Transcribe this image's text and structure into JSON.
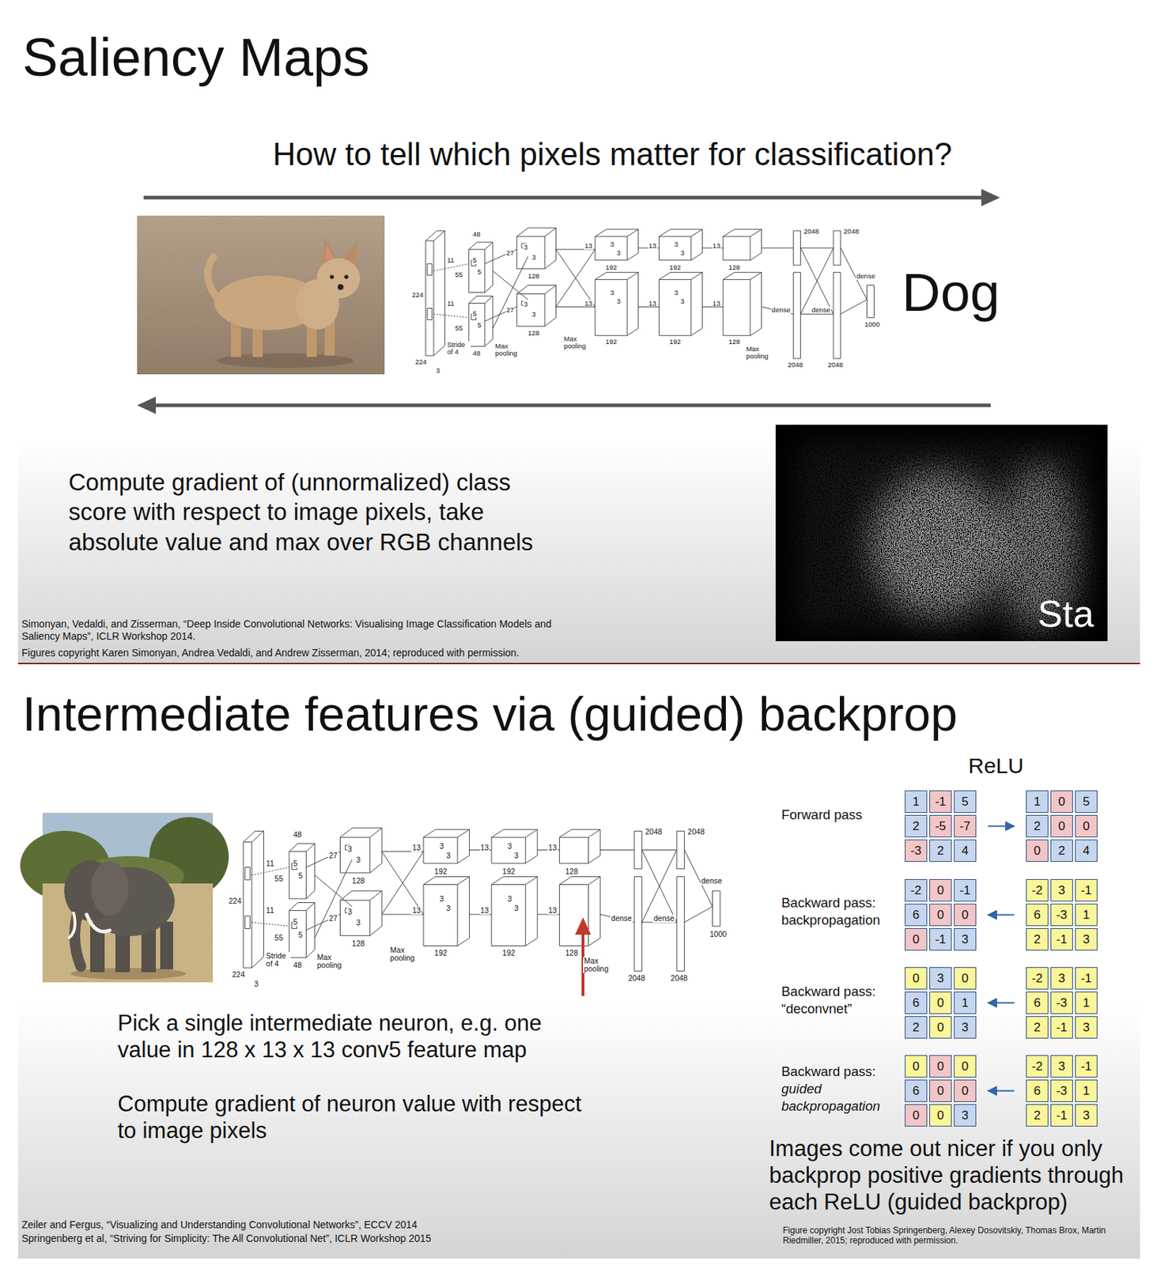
{
  "diagram": {
    "title": "Saliency Maps",
    "nodes": [
      {
        "text": [
          "1",
          "-1",
          "5",
          "2",
          "-5",
          "-7",
          "-3",
          "2",
          "4"
        ]
      },
      {
        "text": [
          "1",
          "0",
          "5",
          "2",
          "0",
          "0",
          "0",
          "2",
          "4"
        ]
      },
      {
        "text": [
          "-2",
          "0",
          "-1",
          "6",
          "0",
          "0",
          "0",
          "-1",
          "3"
        ]
      },
      {
        "text": [
          "-2",
          "3",
          "-1",
          "6",
          "-3",
          "1",
          "2",
          "-1",
          "3"
        ]
      },
      {
        "text": [
          "0",
          "3",
          "0",
          "6",
          "0",
          "1",
          "2",
          "0",
          "3"
        ]
      },
      {
        "text": [
          "-2",
          "3",
          "-1",
          "6",
          "-3",
          "1",
          "2",
          "-1",
          "3"
        ]
      },
      {
        "text": [
          "0",
          "0",
          "0",
          "6",
          "0",
          "0",
          "0",
          "0",
          "3"
        ]
      },
      {
        "text": [
          "-2",
          "3",
          "-1",
          "6",
          "-3",
          "1",
          "2",
          "-1",
          "3"
        ]
      }
    ],
    "edges": [
      {
        "from": 0,
        "to": 1,
        "arrow": "to"
      },
      {
        "from": 3,
        "to": 2,
        "arrow": "to"
      },
      {
        "from": 5,
        "to": 4,
        "arrow": "to"
      },
      {
        "from": 7,
        "to": 6,
        "arrow": "to"
      }
    ],
    "labels": [
      "How to tell which pixels matter for classification?",
      "224",
      "224",
      "3",
      "11",
      "11",
      "Stride of 4",
      "55",
      "55",
      "48",
      "48",
      "5",
      "5",
      "5",
      "5",
      "Max pooling",
      "27",
      "27",
      "128",
      "128",
      "3",
      "3",
      "3",
      "3",
      "Max pooling",
      "13",
      "13",
      "192",
      "192",
      "3",
      "3",
      "3",
      "3",
      "13",
      "13",
      "192",
      "192",
      "3",
      "3",
      "3",
      "3",
      "13",
      "13",
      "128",
      "128",
      "Max pooling",
      "dense",
      "dense",
      "dense",
      "2048",
      "2048",
      "2048",
      "2048",
      "1000",
      "Dog",
      "Compute gradient of (unnormalized) class score with respect to image pixels, take absolute value and max over RGB channels",
      "Sta",
      "Simonyan, Vedaldi, and Zisserman, “Deep Inside Convolutional Networks: Visualising Image Classification Models and Saliency Maps”, ICLR Workshop 2014.",
      "Figures copyright Karen Simonyan, Andrea Vedaldi, and Andrew Zisserman, 2014; reproduced with permission.",
      "Intermediate features via (guided) backprop",
      "224",
      "224",
      "3",
      "11",
      "11",
      "Stride of 4",
      "55",
      "55",
      "48",
      "48",
      "5",
      "5",
      "5",
      "5",
      "Max pooling",
      "27",
      "27",
      "128",
      "128",
      "3",
      "3",
      "3",
      "3",
      "Max pooling",
      "13",
      "13",
      "192",
      "192",
      "3",
      "3",
      "3",
      "3",
      "13",
      "13",
      "192",
      "192",
      "3",
      "3",
      "3",
      "3",
      "13",
      "13",
      "128",
      "128",
      "Max pooling",
      "dense",
      "dense",
      "dense",
      "2048",
      "2048",
      "2048",
      "2048",
      "1000",
      "Pick a single intermediate neuron, e.g. one value in 128 x 13 x 13 conv5 feature map",
      "Compute gradient of neuron value with respect to image pixels",
      "ReLU",
      "Forward pass",
      "Backward pass: backpropagation",
      "Backward pass: “deconvnet”",
      "Backward pass:",
      "guided backpropagation",
      "Images come out nicer if you only backprop positive gradients through each ReLU (guided backprop)",
      "Zeiler and Fergus, “Visualizing and Understanding Convolutional Networks”, ECCV 2014",
      "Springenberg et al, “Striving for Simplicity: The All Convolutional Net”, ICLR Workshop 2015",
      "Figure copyright Jost Tobias Springenberg, Alexey Dosovitskiy, Thomas Brox, Martin Riedmiller, 2015; reproduced with permission."
    ]
  }
}
